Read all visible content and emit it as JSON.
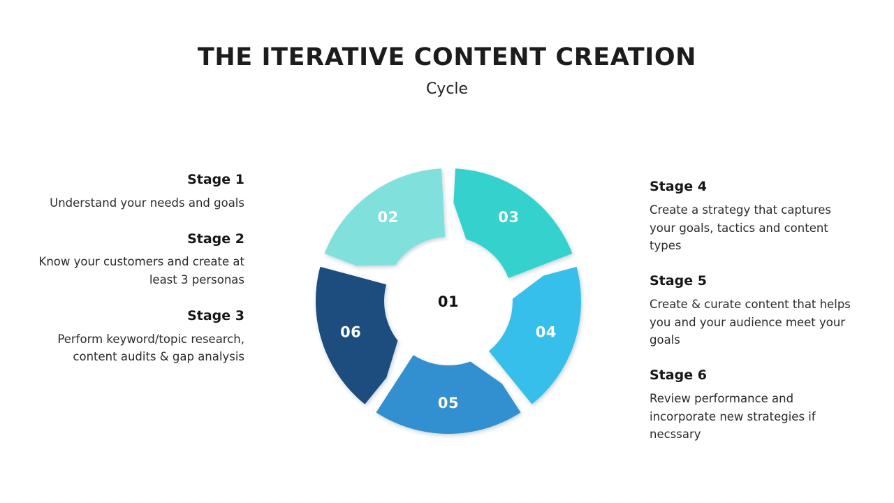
{
  "header": {
    "title": "THE ITERATIVE CONTENT CREATION",
    "subtitle": "Cycle"
  },
  "diagram": {
    "center_label": "01",
    "segments": [
      {
        "id": "02",
        "label": "02",
        "color": "#7FE0DC"
      },
      {
        "id": "03",
        "label": "03",
        "color": "#35D2CD"
      },
      {
        "id": "04",
        "label": "04",
        "color": "#36BFEA"
      },
      {
        "id": "05",
        "label": "05",
        "color": "#3190D0"
      },
      {
        "id": "06",
        "label": "06",
        "color": "#1B4E7E"
      }
    ]
  },
  "left_column": {
    "stages": [
      {
        "title": "Stage 1",
        "description": "Understand your needs and goals"
      },
      {
        "title": "Stage 2",
        "description": "Know your customers and create at least 3 personas"
      },
      {
        "title": "Stage 3",
        "description": "Perform keyword/topic research, content audits & gap analysis"
      }
    ]
  },
  "right_column": {
    "stages": [
      {
        "title": "Stage 4",
        "description": "Create a strategy that captures your goals, tactics and content types"
      },
      {
        "title": "Stage 5",
        "description": "Create & curate content that helps you and your audience meet your goals"
      },
      {
        "title": "Stage 6",
        "description": "Review performance and incorporate new strategies if necssary"
      }
    ]
  },
  "chart_data": {
    "type": "pie",
    "title": "THE ITERATIVE CONTENT CREATION Cycle",
    "subtitle": "Cycle",
    "categories": [
      "02",
      "03",
      "04",
      "05",
      "06"
    ],
    "values": [
      20,
      20,
      20,
      20,
      20
    ],
    "colors": [
      "#7FE0DC",
      "#35D2CD",
      "#36BFEA",
      "#3190D0",
      "#1B4E7E"
    ],
    "center_label": "01",
    "donut": true,
    "inner_radius_ratio": 0.445,
    "legend": "none",
    "grid": false,
    "annotations": [
      "Stage 1 — Understand your needs and goals",
      "Stage 2 — Know your customers and create at least 3 personas",
      "Stage 3 — Perform keyword/topic research, content audits & gap analysis",
      "Stage 4 — Create a strategy that captures your goals, tactics and content types",
      "Stage 5 — Create & curate content that helps you and your audience meet your goals",
      "Stage 6 — Review performance and incorporate new strategies if necssary"
    ]
  }
}
